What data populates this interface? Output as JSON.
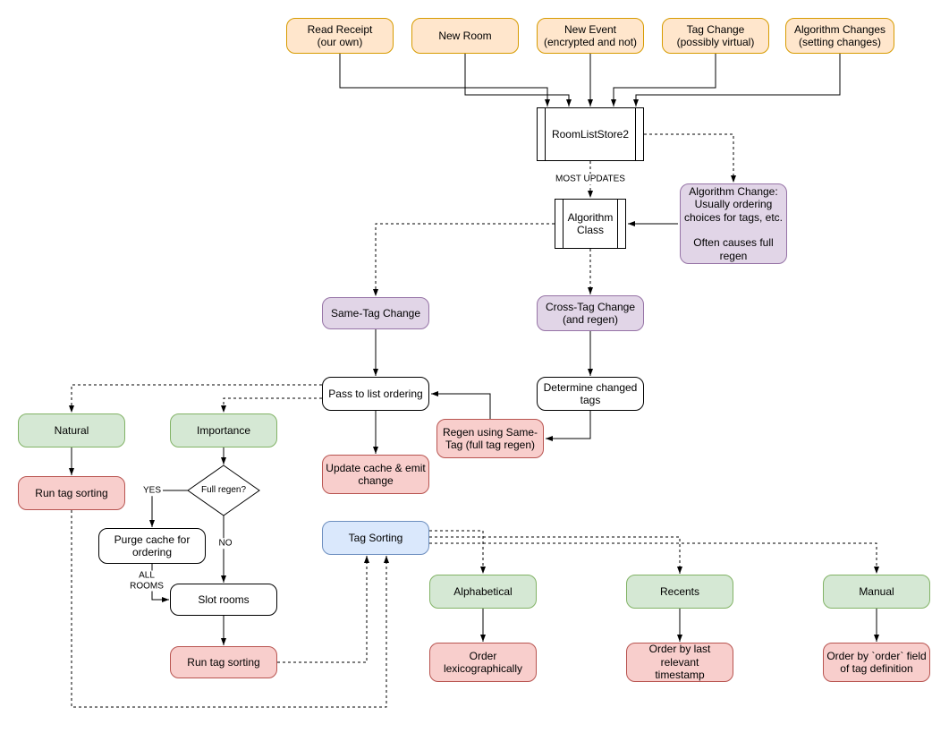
{
  "nodes": {
    "read_receipt": {
      "label": "Read Receipt\n(our own)"
    },
    "new_room": {
      "label": "New Room"
    },
    "new_event": {
      "label": "New Event\n(encrypted and not)"
    },
    "tag_change": {
      "label": "Tag Change\n(possibly virtual)"
    },
    "algorithm_changes": {
      "label": "Algorithm Changes\n(setting changes)"
    },
    "room_list_store2": {
      "label": "RoomListStore2"
    },
    "algorithm_class": {
      "label": "Algorithm\nClass"
    },
    "algorithm_change_note": {
      "label": "Algorithm Change:\nUsually ordering\nchoices for tags, etc.\n\nOften causes full\nregen"
    },
    "same_tag_change": {
      "label": "Same-Tag Change"
    },
    "cross_tag_change": {
      "label": "Cross-Tag Change\n(and regen)"
    },
    "pass_to_list_ordering": {
      "label": "Pass to list ordering"
    },
    "determine_changed_tags": {
      "label": "Determine changed\ntags"
    },
    "regen_using_same_tag": {
      "label": "Regen using Same-\nTag (full tag regen)"
    },
    "update_cache_emit": {
      "label": "Update cache & emit\nchange"
    },
    "natural": {
      "label": "Natural"
    },
    "importance": {
      "label": "Importance"
    },
    "run_tag_sorting_left": {
      "label": "Run tag sorting"
    },
    "full_regen": {
      "label": "Full regen?"
    },
    "purge_cache": {
      "label": "Purge cache for\nordering"
    },
    "slot_rooms": {
      "label": "Slot rooms"
    },
    "run_tag_sorting_right": {
      "label": "Run tag sorting"
    },
    "tag_sorting": {
      "label": "Tag Sorting"
    },
    "alphabetical": {
      "label": "Alphabetical"
    },
    "recents": {
      "label": "Recents"
    },
    "manual": {
      "label": "Manual"
    },
    "order_lexicographically": {
      "label": "Order\nlexicographically"
    },
    "order_by_timestamp": {
      "label": "Order by last relevant\ntimestamp"
    },
    "order_by_field": {
      "label": "Order by `order` field\nof tag definition"
    }
  },
  "edge_labels": {
    "most_updates": "MOST UPDATES",
    "yes": "YES",
    "no": "NO",
    "all_rooms": "ALL\nROOMS"
  },
  "colors": {
    "orange_fill": "#ffe6cc",
    "orange_stroke": "#d79b00",
    "purple_fill": "#e1d5e7",
    "purple_stroke": "#9673a6",
    "green_fill": "#d5e8d4",
    "green_stroke": "#82b366",
    "red_fill": "#f8cecc",
    "red_stroke": "#b85450",
    "blue_fill": "#dae8fc",
    "blue_stroke": "#6c8ebf",
    "shape_stroke": "#000000",
    "background": "#ffffff"
  }
}
